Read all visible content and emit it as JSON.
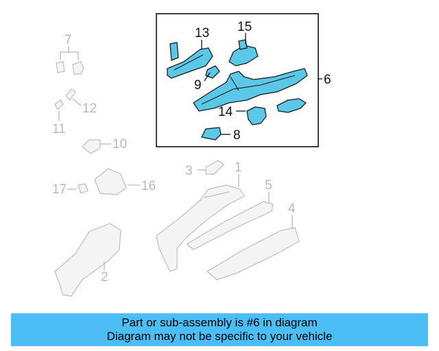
{
  "diagram": {
    "callouts": {
      "c1": "1",
      "c2": "2",
      "c3": "3",
      "c4": "4",
      "c5": "5",
      "c6": "6",
      "c7": "7",
      "c8": "8",
      "c9": "9",
      "c10": "10",
      "c11": "11",
      "c12": "12",
      "c13": "13",
      "c14": "14",
      "c15": "15",
      "c16": "16",
      "c17": "17"
    },
    "highlight_color": "#5cc8e8",
    "ghost_color": "#bdbdbd"
  },
  "caption": {
    "line1": "Part or sub-assembly is #6 in diagram",
    "line2": "Diagram may not be specific to your vehicle",
    "background": "#4dbdf5"
  }
}
